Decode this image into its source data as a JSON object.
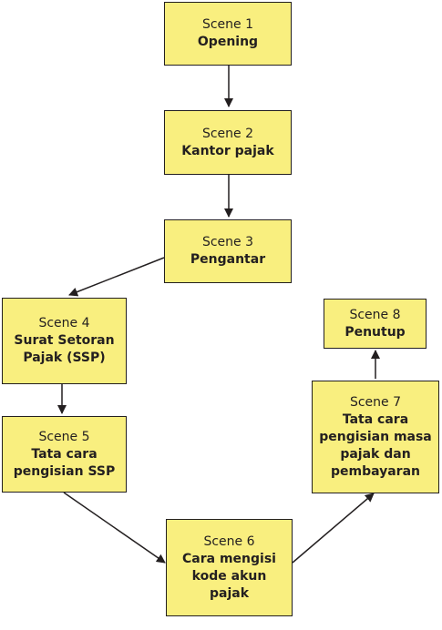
{
  "colors": {
    "box_fill": "#f9ef7f",
    "box_border": "#231f20",
    "arrow": "#231f20"
  },
  "scenes": [
    {
      "label": "Scene 1",
      "title": [
        "Opening"
      ]
    },
    {
      "label": "Scene 2",
      "title": [
        "Kantor pajak"
      ]
    },
    {
      "label": "Scene 3",
      "title": [
        "Pengantar"
      ]
    },
    {
      "label": "Scene 4",
      "title": [
        "Surat Setoran",
        "Pajak (SSP)"
      ]
    },
    {
      "label": "Scene 5",
      "title": [
        "Tata cara",
        "pengisian SSP"
      ]
    },
    {
      "label": "Scene 6",
      "title": [
        "Cara mengisi",
        "kode akun",
        "pajak"
      ]
    },
    {
      "label": "Scene 7",
      "title": [
        "Tata cara",
        "pengisian masa",
        "pajak dan",
        "pembayaran"
      ]
    },
    {
      "label": "Scene 8",
      "title": [
        "Penutup"
      ]
    }
  ]
}
